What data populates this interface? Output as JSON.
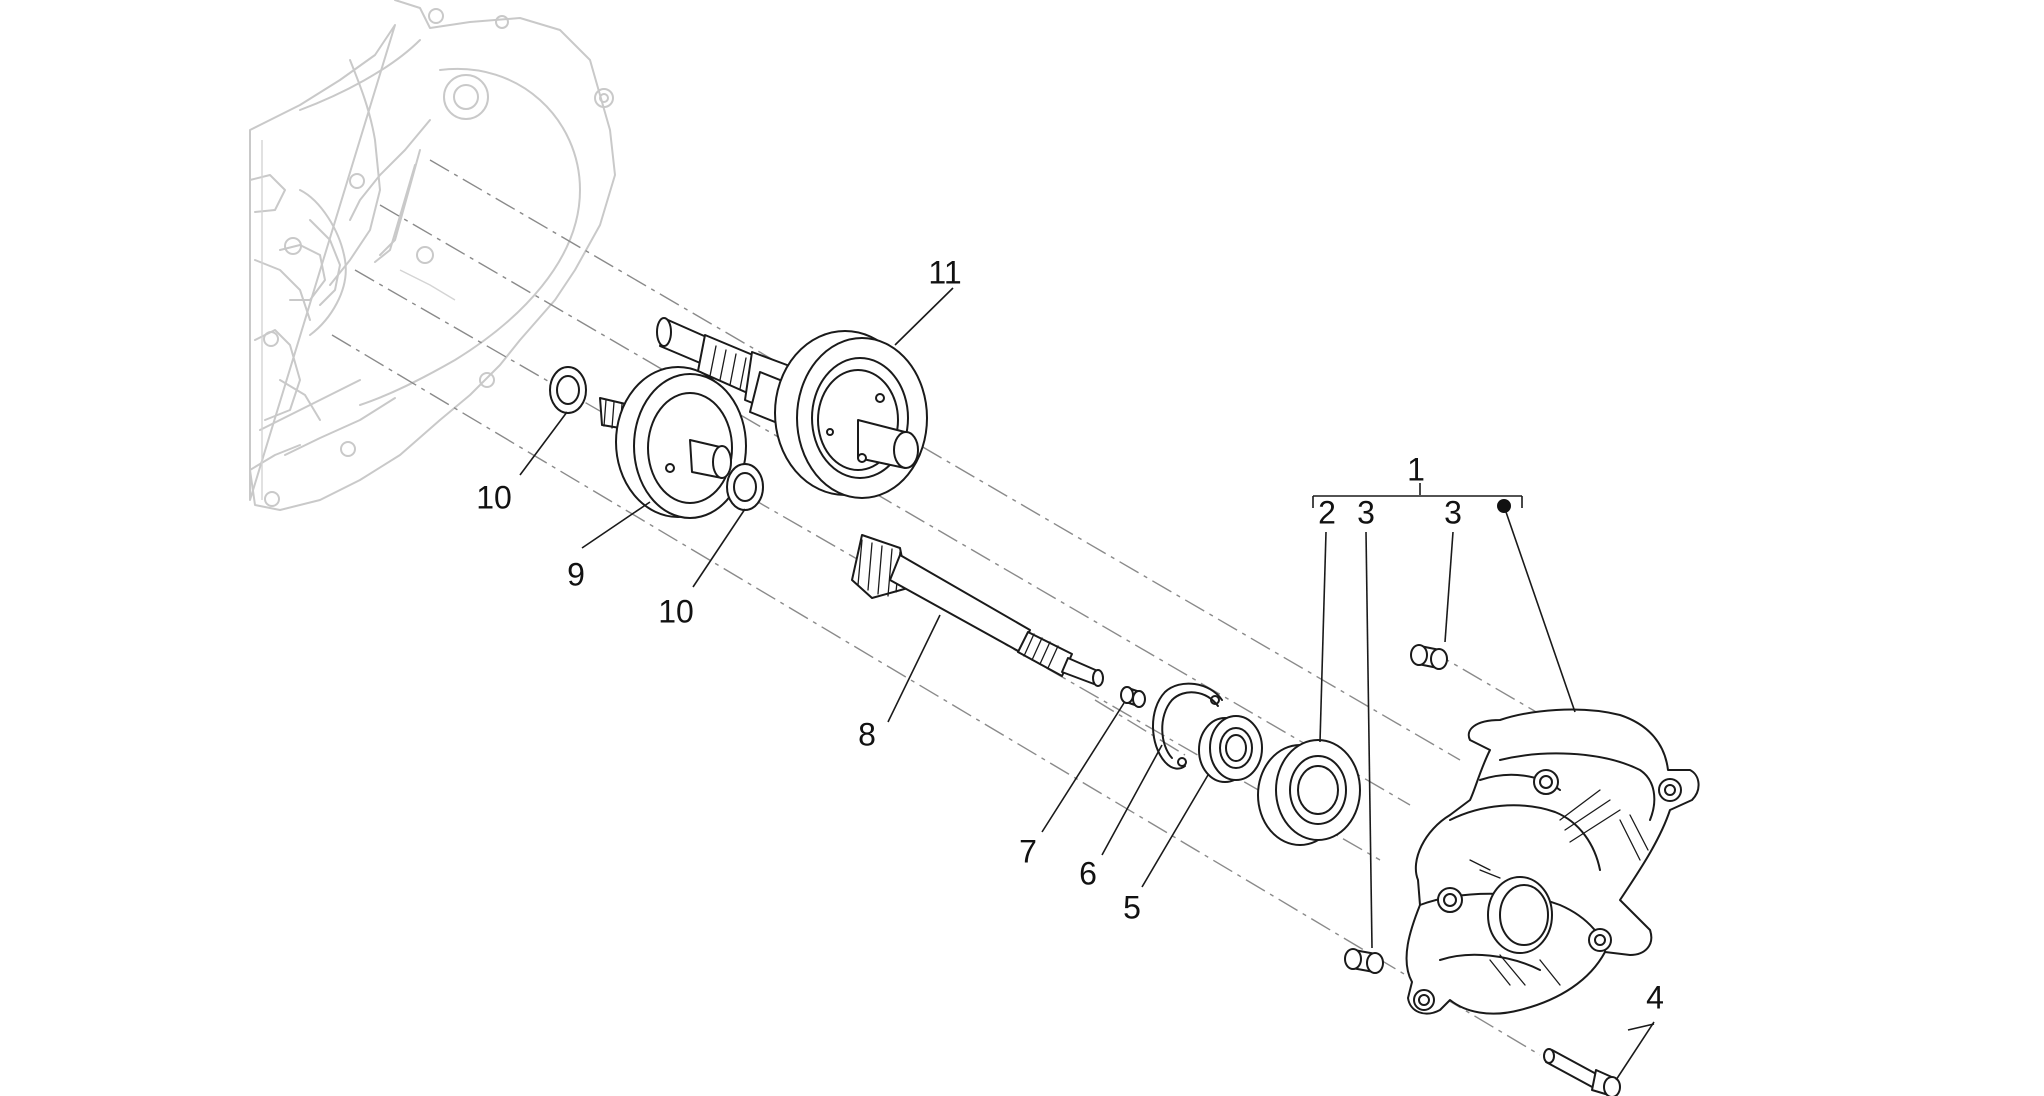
{
  "callouts": {
    "c1": "1",
    "c2": "2",
    "c3a": "3",
    "c3b": "3",
    "c4": "4",
    "c5": "5",
    "c6": "6",
    "c7": "7",
    "c8": "8",
    "c9": "9",
    "c10a": "10",
    "c10b": "10",
    "c11": "11"
  },
  "colors": {
    "line": "#1a1a1a",
    "ghost": "#c9c9c9",
    "axis": "#8a8a8a",
    "background": "#ffffff"
  }
}
